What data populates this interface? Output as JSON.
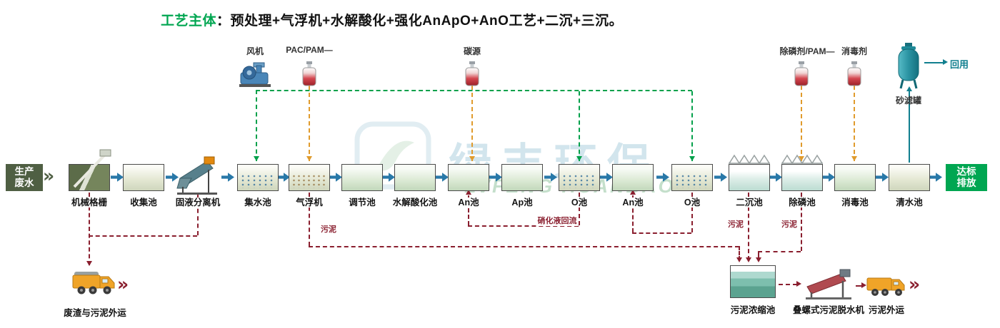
{
  "title": {
    "highlight": "工艺主体",
    "rest": "：预处理+气浮机+水解酸化+强化AnApO+AnO工艺+二沉+三沉。"
  },
  "flow": {
    "inlet": "生产废水",
    "outlet": "达标排放",
    "reuse": "回用"
  },
  "tanks": [
    {
      "label": "机械格栅"
    },
    {
      "label": "收集池"
    },
    {
      "label": "固液分离机"
    },
    {
      "label": "集水池"
    },
    {
      "label": "气浮机"
    },
    {
      "label": "调节池"
    },
    {
      "label": "水解酸化池"
    },
    {
      "label": "An池"
    },
    {
      "label": "Ap池"
    },
    {
      "label": "O池"
    },
    {
      "label": "An池"
    },
    {
      "label": "O池"
    },
    {
      "label": "二沉池"
    },
    {
      "label": "除磷池"
    },
    {
      "label": "消毒池"
    },
    {
      "label": "清水池"
    }
  ],
  "dosing": {
    "blower": "风机",
    "pac": "PAC/PAM—",
    "carbon": "碳源",
    "phosphorus": "除磷剂/PAM—",
    "disinfectant": "消毒剂",
    "sand_filter": "砂滤罐"
  },
  "annotations": {
    "nitrified_reflux": "硝化液回流",
    "sludge": "污泥"
  },
  "sludge_chain": {
    "waste_truck": "废渣与污泥外运",
    "thickener": "污泥浓缩池",
    "dewaterer": "叠螺式污泥脱水机",
    "transport": "污泥外运"
  },
  "watermark": {
    "cn": "绿丰环保",
    "en": "LVFENG HUANBAO"
  },
  "glyphs": {
    "chevrons": "»"
  },
  "colors": {
    "brand_green": "#00a651",
    "flow_arrow": "#2878a8",
    "dosing_orange": "#e09b2d",
    "aeration_green": "#00a04a",
    "sludge_maroon": "#8a1f2f",
    "reuse_teal": "#117f8f",
    "inlet_olive": "#4f5f43"
  }
}
